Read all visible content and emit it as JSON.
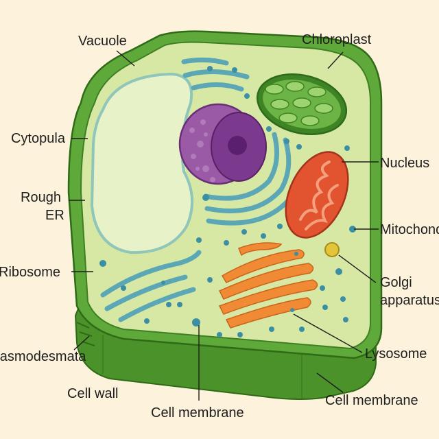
{
  "colors": {
    "background": "#fdf3dc",
    "cell_wall": "#5fa83a",
    "cell_wall_dark": "#3f7f24",
    "cytoplasm": "#d6e8a4",
    "vacuole": "#e7f2c8",
    "vacuole_edge": "#8fc6b9",
    "nucleus_outer": "#9a5aa6",
    "nucleus_inner": "#7c3a8f",
    "chloroplast": "#4d9a2e",
    "mitochondrion": "#e2532f",
    "golgi": "#f08a34",
    "er": "#5ba7b5",
    "ribosome": "#3c8fa3",
    "lysosome": "#e3c43a"
  },
  "labels": {
    "vacuole": "Vacuole",
    "chloroplast": "Chloroplast",
    "cytoplasm": "Cytopula",
    "nucleus": "Nucleus",
    "rough_er_1": "Rough",
    "rough_er_2": "ER",
    "mitochondrion": "Mitochondrion",
    "ribosome": "Ribosome",
    "golgi_1": "Golgi",
    "golgi_2": "apparatus",
    "plasmodesmata": "Plasmodesmata",
    "lysosome": "Lysosome",
    "cell_wall": "Cell wall",
    "cell_membrane_bottom": "Cell membrane",
    "cell_membrane_right": "Cell membrane"
  }
}
